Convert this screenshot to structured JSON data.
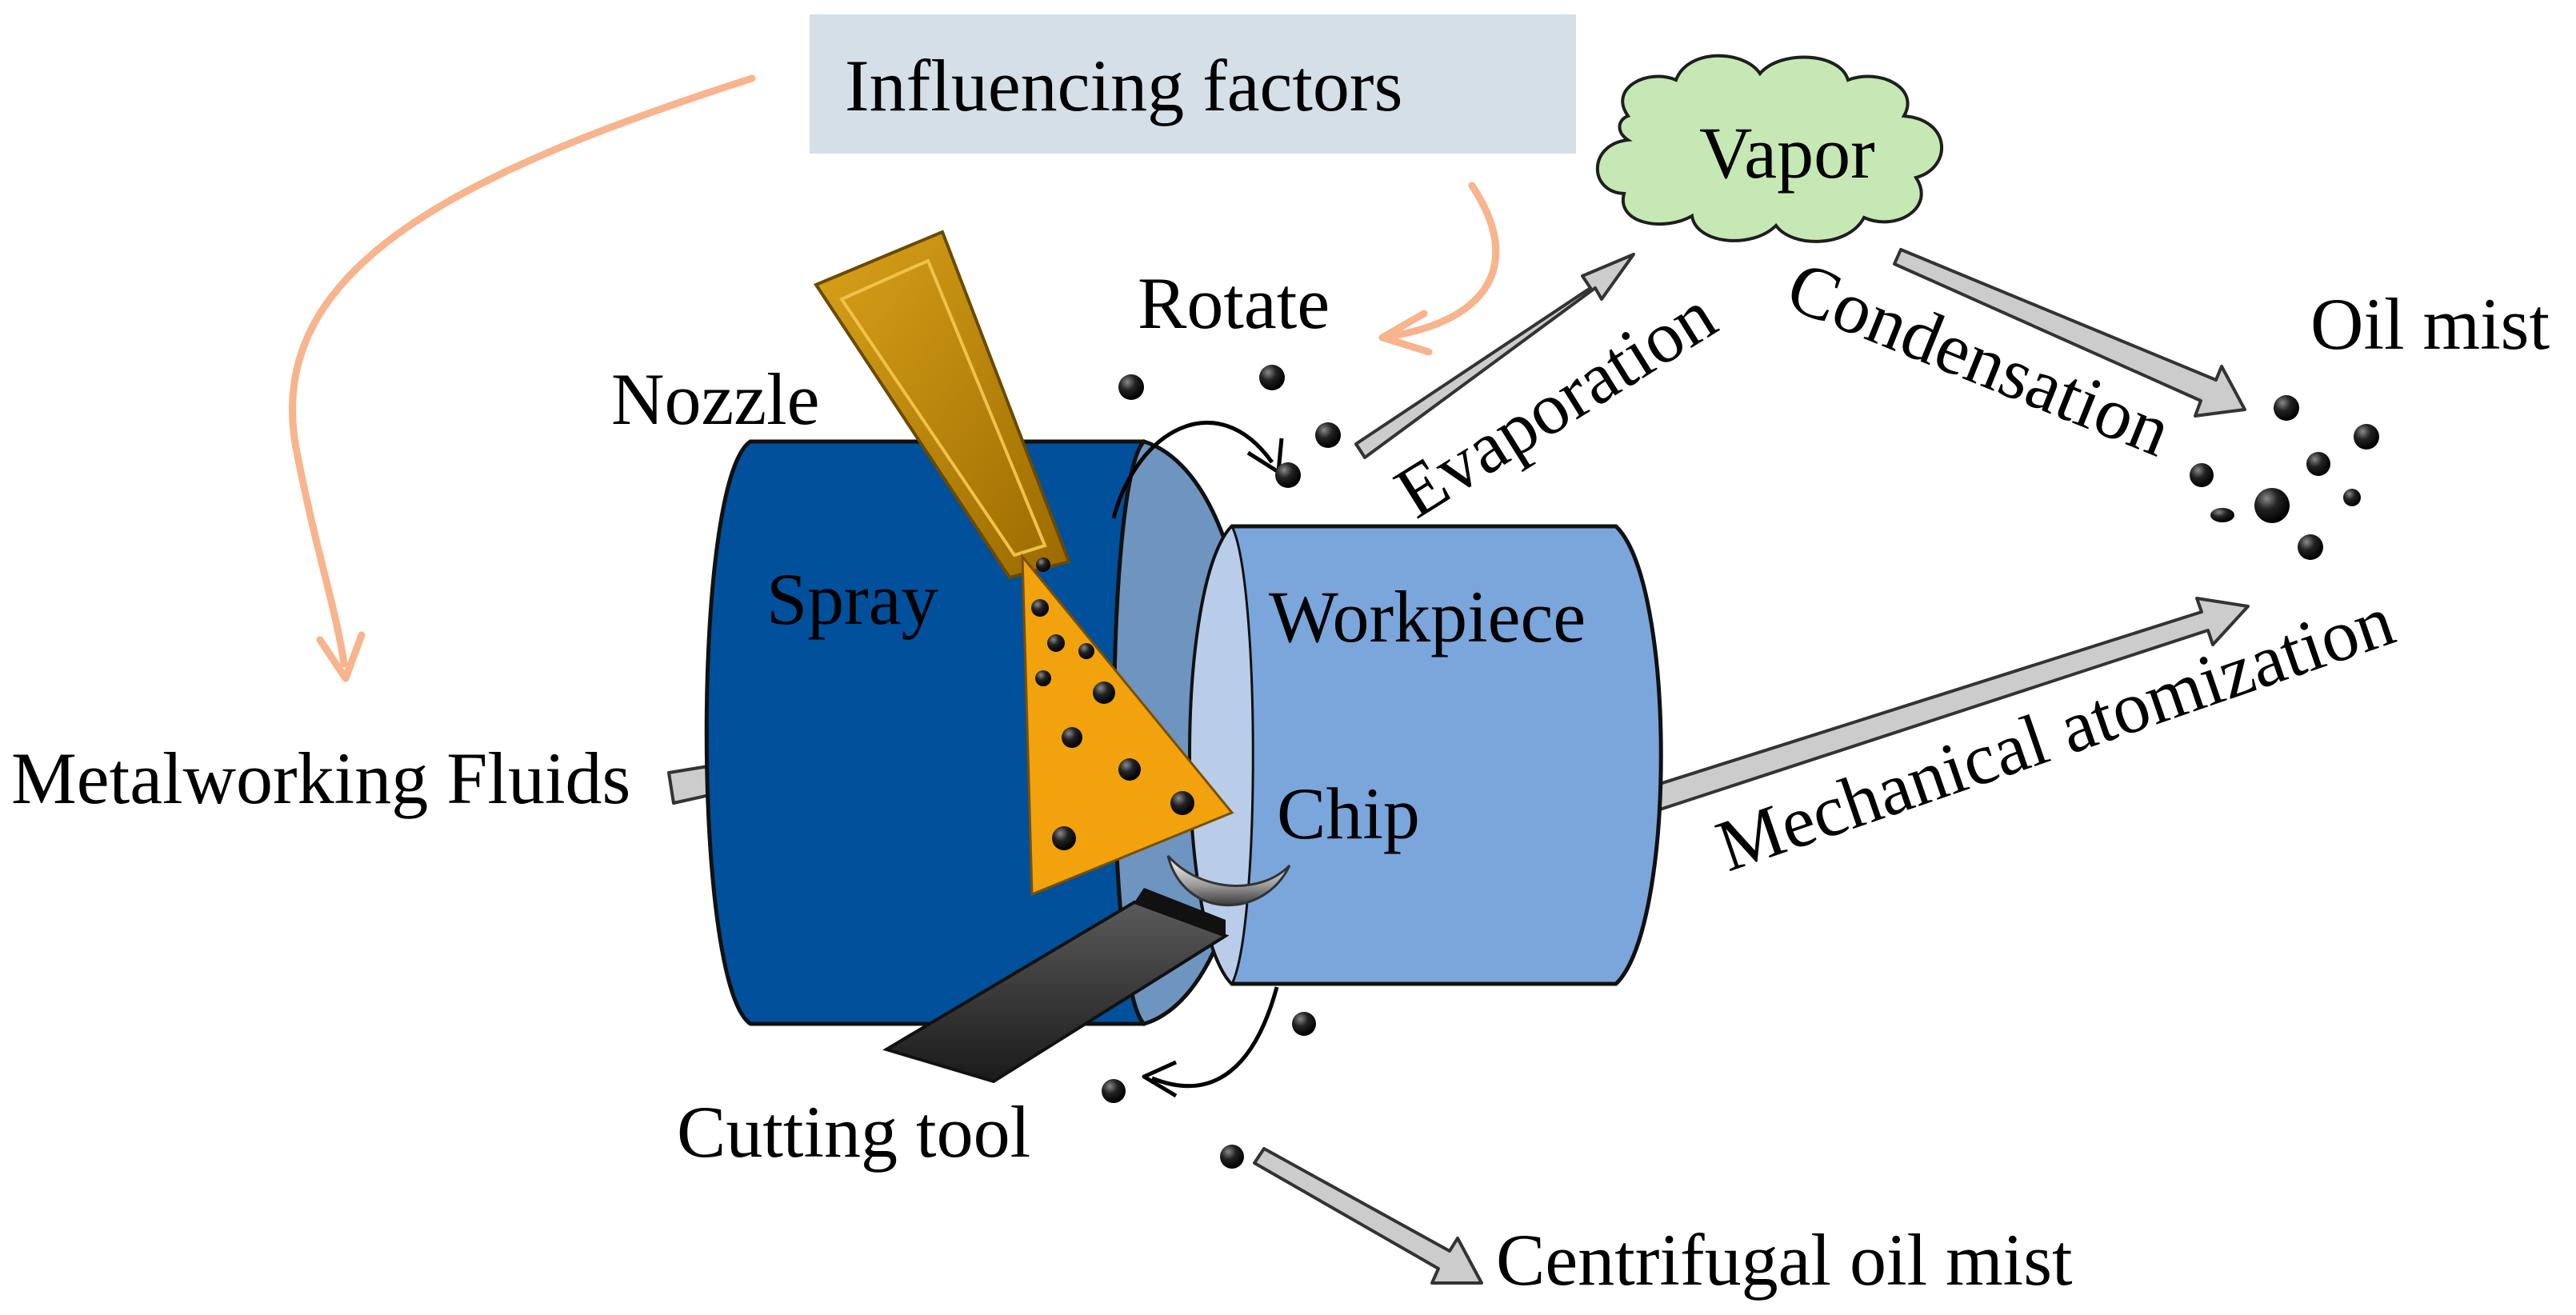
{
  "labels": {
    "influencing_factors": "Influencing factors",
    "vapor": "Vapor",
    "rotate": "Rotate",
    "oil_mist": "Oil mist",
    "nozzle": "Nozzle",
    "evaporation": "Evaporation",
    "condensation": "Condensation",
    "spray": "Spray",
    "workpiece": "Workpiece",
    "mechanical_atomization": "Mechanical atomization",
    "metalworking_fluids": "Metalworking Fluids",
    "chip": "Chip",
    "cutting_tool": "Cutting tool",
    "centrifugal_oil_mist": "Centrifugal oil mist"
  },
  "colors": {
    "cylinder_dark": "#00509c",
    "cylinder_ring": "#6e94c0",
    "workpiece": "#7aa6dc",
    "workpiece_face": "#b9cdea",
    "nozzle": "#c48a00",
    "spray": "#f2a20c",
    "cloud": "#c6e8b4",
    "factor_box": "#d5dfe8",
    "factor_arrow": "#f8b48c",
    "process_arrow": "#cccccc",
    "tool": "#2e2e2e",
    "droplet": "#111111"
  },
  "icons": {
    "droplet": "oil-droplet-icon",
    "cloud": "vapor-cloud-icon",
    "rotation": "rotation-arrow-icon"
  }
}
